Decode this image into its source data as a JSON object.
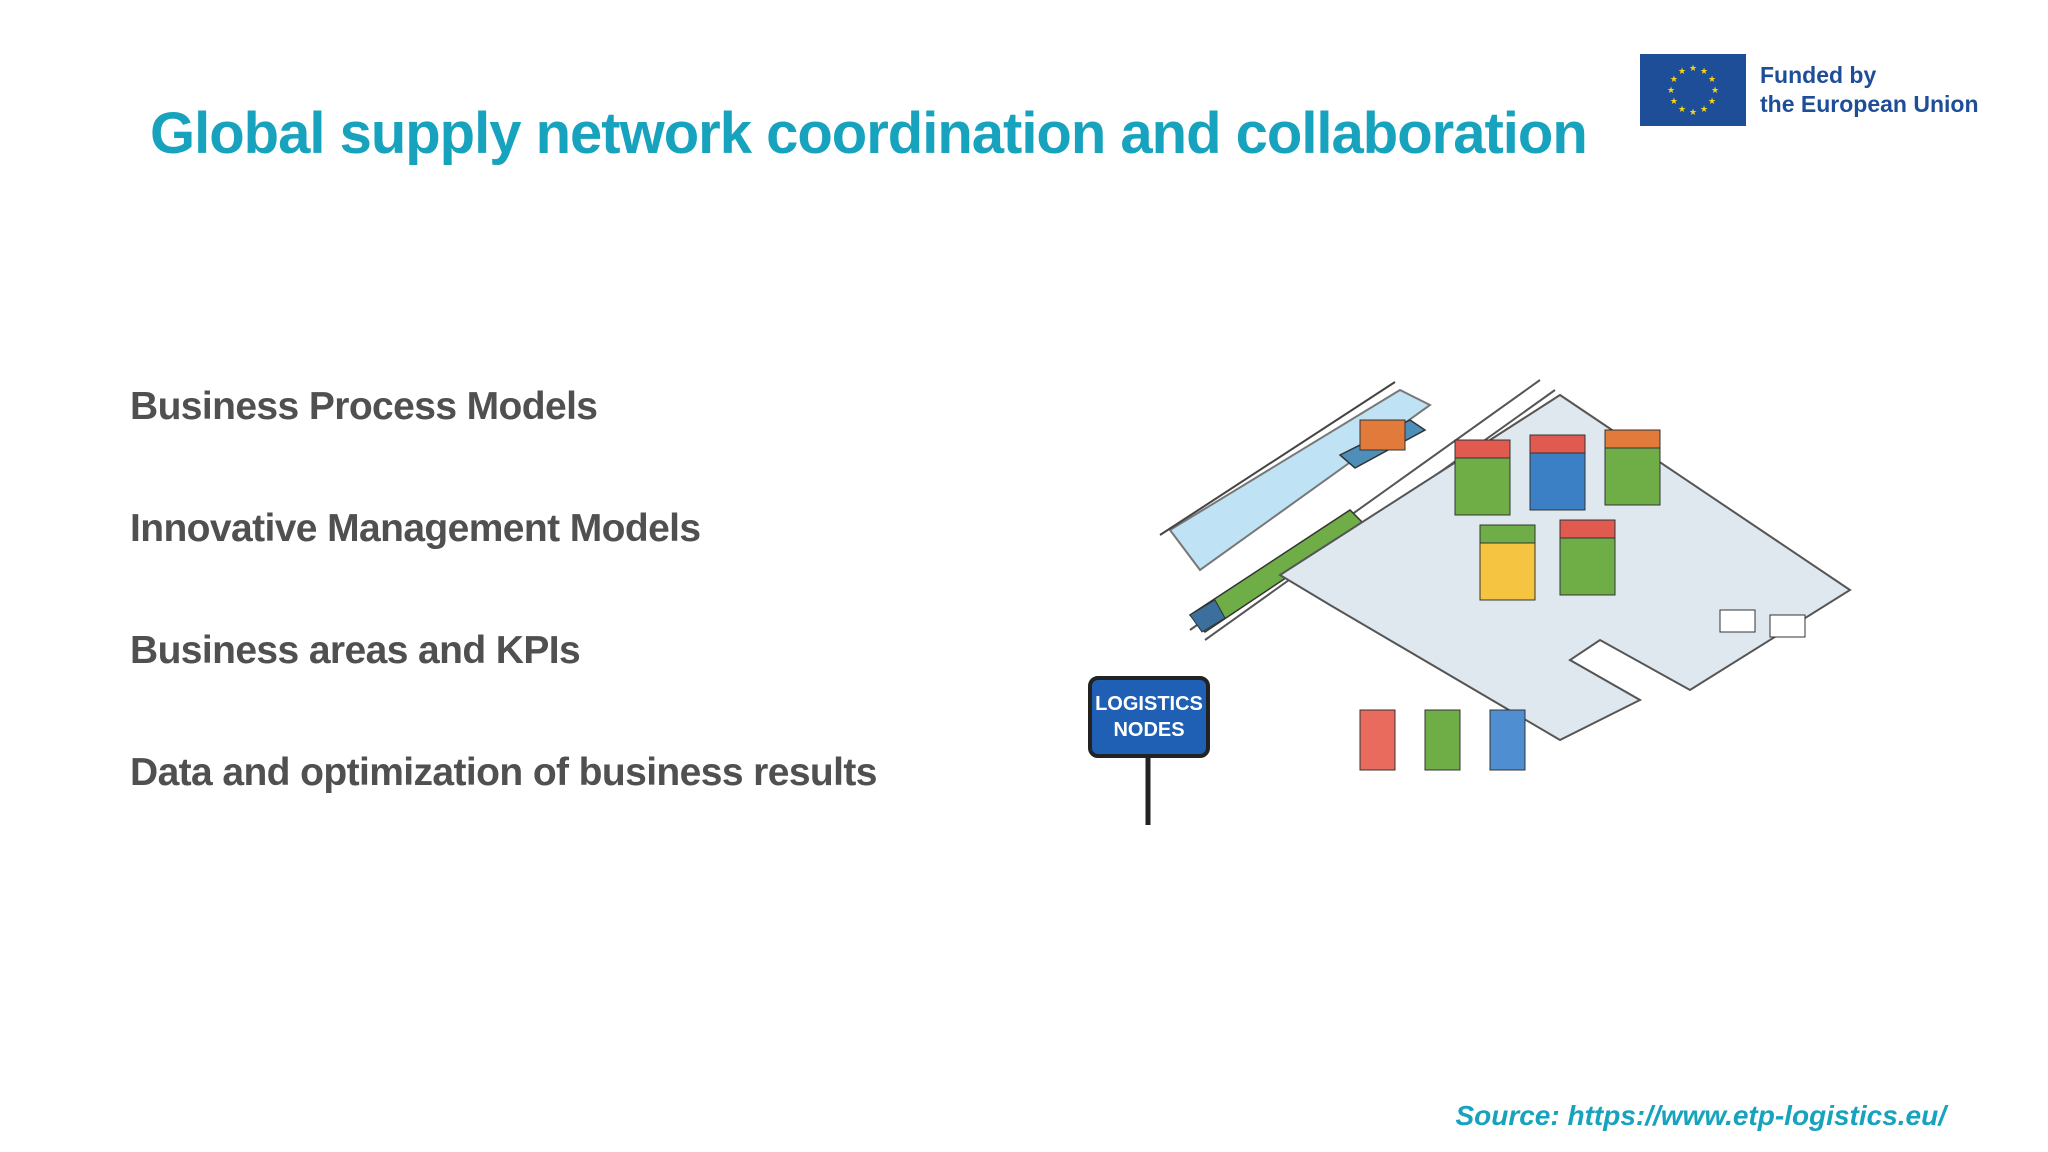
{
  "slide": {
    "title": "Global supply network coordination and collaboration",
    "bullets": [
      "Business Process Models",
      "Innovative Management Models",
      "Business areas and KPIs",
      "Data and optimization of business results"
    ],
    "source": "Source: https://www.etp-logistics.eu/"
  },
  "eu_logo": {
    "line1": "Funded by",
    "line2": "the European Union",
    "flag_color": "#1f4e98",
    "star_color": "#f5d515"
  },
  "illustration": {
    "sign_line1": "LOGISTICS",
    "sign_line2": "NODES"
  },
  "colors": {
    "accent": "#17a2bd",
    "body_text": "#505050"
  }
}
